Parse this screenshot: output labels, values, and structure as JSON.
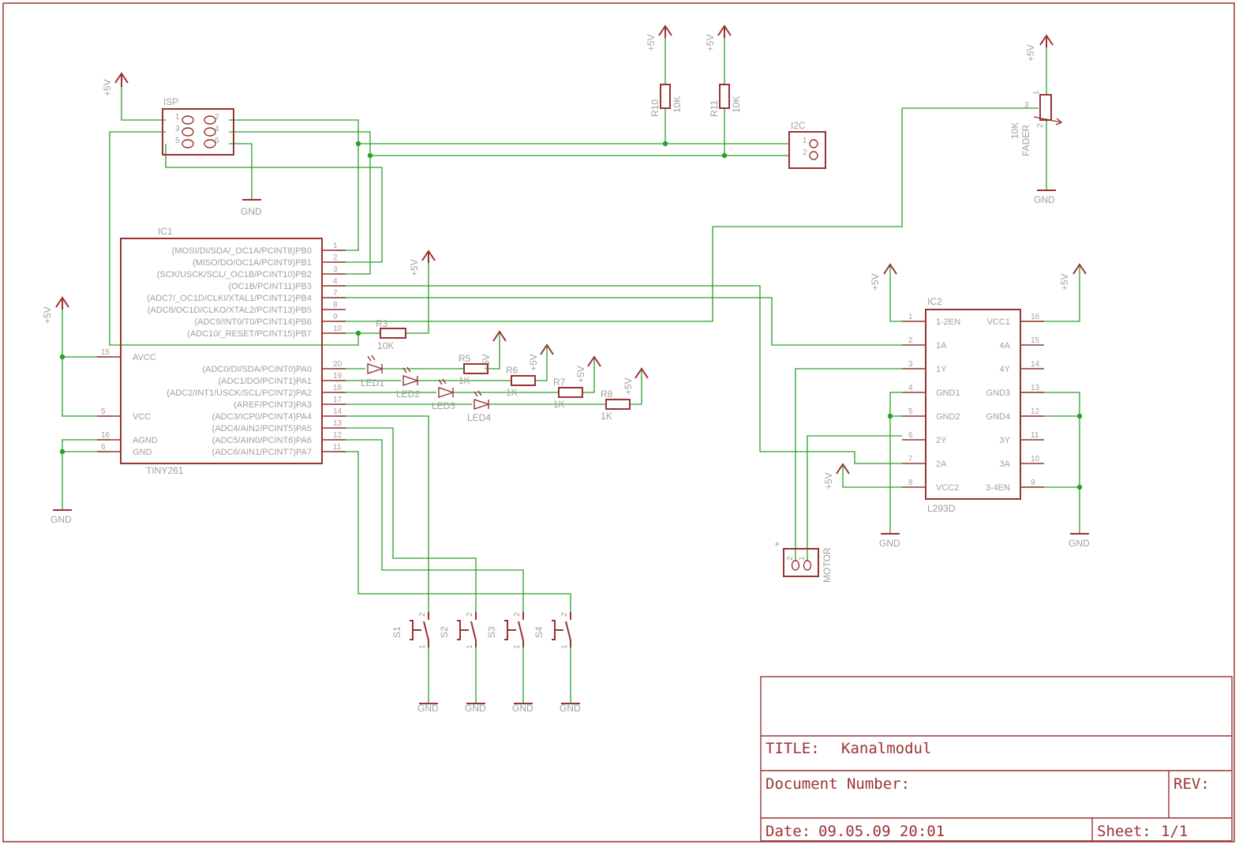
{
  "supply": "+5V",
  "ground": "GND",
  "ic1": {
    "name": "IC1",
    "value": "TINY261",
    "right_pins": [
      {
        "num": "1",
        "label": "(MOSI/DI/SDA/_OC1A/PCINT8)PB0"
      },
      {
        "num": "2",
        "label": "(MISO/DO/OC1A/PCINT9)PB1"
      },
      {
        "num": "3",
        "label": "(SCK/USCK/SCL/_OC1B/PCINT10)PB2"
      },
      {
        "num": "4",
        "label": "(OC1B/PCINT11)PB3"
      },
      {
        "num": "7",
        "label": "(ADC7/_OC1D/CLKI/XTAL1/PCINT12)PB4"
      },
      {
        "num": "8",
        "label": "(ADC8/OC1D/CLKO/XTAL2/PCINT13)PB5"
      },
      {
        "num": "9",
        "label": "(ADC9/INT0/T0/PCINT14)PB6"
      },
      {
        "num": "10",
        "label": "(ADC10/_RESET/PCINT15)PB7"
      },
      {
        "num": "20",
        "label": "(ADC0/DI/SDA/PCINT0)PA0"
      },
      {
        "num": "19",
        "label": "(ADC1/DO/PCINT1)PA1"
      },
      {
        "num": "18",
        "label": "(ADC2/INT1/USCK/SCL/PCINT2)PA2"
      },
      {
        "num": "17",
        "label": "(AREF/PCINT3)PA3"
      },
      {
        "num": "14",
        "label": "(ADC3/ICP0/PCINT4)PA4"
      },
      {
        "num": "13",
        "label": "(ADC4/AIN2/PCINT5)PA5"
      },
      {
        "num": "12",
        "label": "(ADC5/AIN0/PCINT6)PA6"
      },
      {
        "num": "11",
        "label": "(ADC6/AIN1/PCINT7)PA7"
      }
    ],
    "left_pins": [
      {
        "num": "15",
        "label": "AVCC"
      },
      {
        "num": "5",
        "label": "VCC"
      },
      {
        "num": "16",
        "label": "AGND"
      },
      {
        "num": "6",
        "label": "GND"
      }
    ]
  },
  "ic2": {
    "name": "IC2",
    "value": "L293D",
    "left_pins": [
      {
        "num": "1",
        "label": "1-2EN"
      },
      {
        "num": "2",
        "label": "1A"
      },
      {
        "num": "3",
        "label": "1Y"
      },
      {
        "num": "4",
        "label": "GND1"
      },
      {
        "num": "5",
        "label": "GND2"
      },
      {
        "num": "6",
        "label": "2Y"
      },
      {
        "num": "7",
        "label": "2A"
      },
      {
        "num": "8",
        "label": "VCC2"
      }
    ],
    "right_pins": [
      {
        "num": "16",
        "label": "VCC1"
      },
      {
        "num": "15",
        "label": "4A"
      },
      {
        "num": "14",
        "label": "4Y"
      },
      {
        "num": "13",
        "label": "GND3"
      },
      {
        "num": "12",
        "label": "GND4"
      },
      {
        "num": "11",
        "label": "3Y"
      },
      {
        "num": "10",
        "label": "3A"
      },
      {
        "num": "9",
        "label": "3-4EN"
      }
    ]
  },
  "isp": {
    "name": "ISP",
    "pins": [
      "1",
      "2",
      "3",
      "4",
      "5",
      "6"
    ]
  },
  "i2c": {
    "name": "I2C",
    "pins": [
      "1",
      "2"
    ]
  },
  "motor": {
    "name": "MOTOR",
    "pins": [
      "2",
      "1"
    ],
    "polarity": "+"
  },
  "fader": {
    "name": "FADER",
    "value": "10K",
    "pins": [
      "1",
      "2",
      "3"
    ]
  },
  "resistors": [
    {
      "name": "R3",
      "value": "10K"
    },
    {
      "name": "R5",
      "value": "1K"
    },
    {
      "name": "R6",
      "value": "1K"
    },
    {
      "name": "R7",
      "value": "1K"
    },
    {
      "name": "R8",
      "value": "1K"
    },
    {
      "name": "R10",
      "value": "10K"
    },
    {
      "name": "R11",
      "value": "10K"
    }
  ],
  "leds": [
    "LED1",
    "LED2",
    "LED3",
    "LED4"
  ],
  "switches": [
    {
      "name": "S1",
      "pins": [
        "2",
        "1"
      ]
    },
    {
      "name": "S2",
      "pins": [
        "2",
        "1"
      ]
    },
    {
      "name": "S3",
      "pins": [
        "2",
        "1"
      ]
    },
    {
      "name": "S4",
      "pins": [
        "2",
        "1"
      ]
    }
  ],
  "title_block": {
    "title_label": "TITLE:",
    "title": "Kanalmodul",
    "document_label": "Document Number:",
    "rev_label": "REV:",
    "date_label": "Date:",
    "date": "09.05.09 20:01",
    "sheet_label": "Sheet:",
    "sheet": "1/1"
  }
}
